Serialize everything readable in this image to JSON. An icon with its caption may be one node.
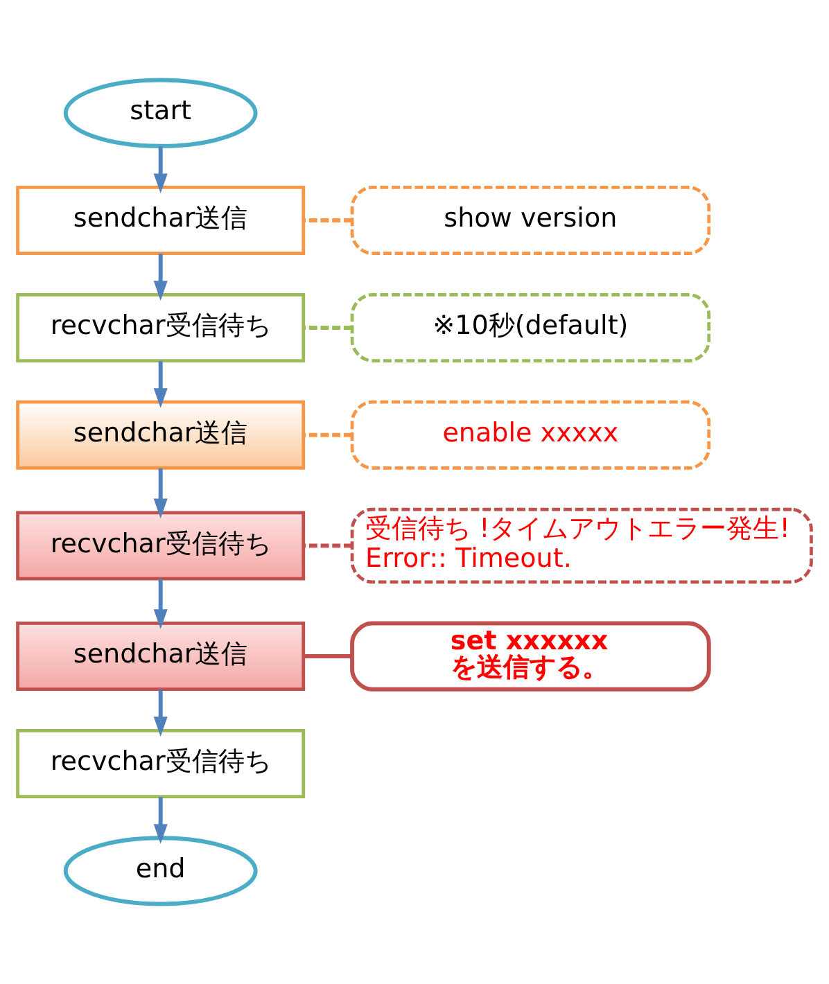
{
  "diagram": {
    "nodes": [
      {
        "text": [
          "start"
        ]
      },
      {
        "text": [
          "sendchar送信"
        ]
      },
      {
        "text": [
          "recvchar受信待ち"
        ]
      },
      {
        "text": [
          "sendchar送信"
        ]
      },
      {
        "text": [
          "recvchar受信待ち"
        ]
      },
      {
        "text": [
          "sendchar送信"
        ]
      },
      {
        "text": [
          "recvchar受信待ち"
        ]
      },
      {
        "text": [
          "end"
        ]
      },
      {
        "text": [
          "show version"
        ]
      },
      {
        "text": [
          "※10秒(default)"
        ]
      },
      {
        "text": [
          "enable xxxxx"
        ]
      },
      {
        "text": [
          "受信待ち !タイムアウトエラー発生! Error:: Timeout."
        ]
      },
      {
        "text": [
          "set xxxxxx を送信する。"
        ]
      }
    ],
    "edges": [
      {
        "from": 0,
        "to": 1,
        "arrow": "to"
      },
      {
        "from": 1,
        "to": 2,
        "arrow": "to"
      },
      {
        "from": 2,
        "to": 3,
        "arrow": "to"
      },
      {
        "from": 3,
        "to": 4,
        "arrow": "to"
      },
      {
        "from": 4,
        "to": 5,
        "arrow": "to"
      },
      {
        "from": 5,
        "to": 6,
        "arrow": "to"
      },
      {
        "from": 6,
        "to": 7,
        "arrow": "to"
      },
      {
        "from": 8,
        "to": 1,
        "arrow": "none",
        "style": "dashed",
        "color": "#f79646"
      },
      {
        "from": 9,
        "to": 2,
        "arrow": "none",
        "style": "dashed",
        "color": "#9bbb59"
      },
      {
        "from": 10,
        "to": 3,
        "arrow": "none",
        "style": "dashed",
        "color": "#f79646"
      },
      {
        "from": 11,
        "to": 4,
        "arrow": "none",
        "style": "dashed",
        "color": "#c0504d"
      },
      {
        "from": 12,
        "to": 5,
        "arrow": "none",
        "color": "#c0504d"
      }
    ]
  }
}
